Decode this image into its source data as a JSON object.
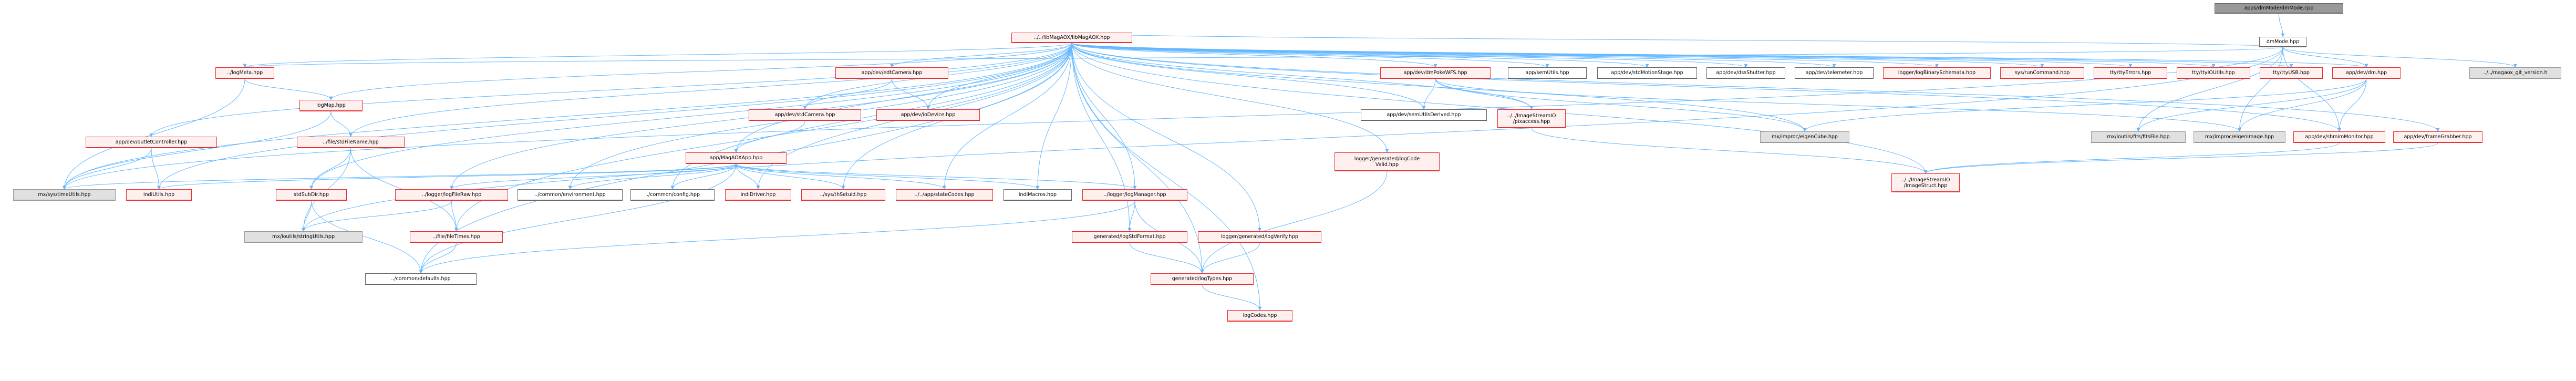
{
  "title": "apps/dmMode/dmMode.cpp include dependency graph",
  "colors": {
    "edge": "#63b8ff",
    "red_border": "#e83030",
    "root_fill": "#999999",
    "external_fill": "#e0e0e0"
  },
  "nodes": [
    {
      "id": "root",
      "label": "apps/dmMode/dmMode.cpp",
      "kind": "root"
    },
    {
      "id": "dmModeHpp",
      "label": "dmMode.hpp",
      "kind": "plain"
    },
    {
      "id": "libMagAOX",
      "label": "../../libMagAOX/libMagAOX.hpp",
      "kind": "red"
    },
    {
      "id": "gitVersion",
      "label": "../../magaox_git_version.h",
      "kind": "ext"
    },
    {
      "id": "logMeta",
      "label": "../logMeta.hpp",
      "kind": "red"
    },
    {
      "id": "logMap",
      "label": "logMap.hpp",
      "kind": "red"
    },
    {
      "id": "outletController",
      "label": "app/dev/outletController.hpp",
      "kind": "red"
    },
    {
      "id": "stdFileName",
      "label": "../file/stdFileName.hpp",
      "kind": "red"
    },
    {
      "id": "timeUtils",
      "label": "mx/sys/timeUtils.hpp",
      "kind": "ext"
    },
    {
      "id": "indiUtils",
      "label": "indiUtils.hpp",
      "kind": "red"
    },
    {
      "id": "stdSubDir",
      "label": "stdSubDir.hpp",
      "kind": "red"
    },
    {
      "id": "logFileRaw",
      "label": "../logger/logFileRaw.hpp",
      "kind": "red"
    },
    {
      "id": "environment",
      "label": "../common/environment.hpp",
      "kind": "plain"
    },
    {
      "id": "config",
      "label": "../common/config.hpp",
      "kind": "plain"
    },
    {
      "id": "stringUtils",
      "label": "mx/ioutils/stringUtils.hpp",
      "kind": "ext"
    },
    {
      "id": "fileTimes",
      "label": "../file/fileTimes.hpp",
      "kind": "red"
    },
    {
      "id": "defaults",
      "label": "../common/defaults.hpp",
      "kind": "plain"
    },
    {
      "id": "edtCamera",
      "label": "app/dev/edtCamera.hpp",
      "kind": "red"
    },
    {
      "id": "stdCamera",
      "label": "app/dev/stdCamera.hpp",
      "kind": "red"
    },
    {
      "id": "ioDevice",
      "label": "app/dev/ioDevice.hpp",
      "kind": "red"
    },
    {
      "id": "MagAOXApp",
      "label": "app/MagAOXApp.hpp",
      "kind": "red"
    },
    {
      "id": "indiDriver",
      "label": "indiDriver.hpp",
      "kind": "red"
    },
    {
      "id": "thSetuid",
      "label": "../sys/thSetuid.hpp",
      "kind": "red"
    },
    {
      "id": "stateCodes",
      "label": "../../app/stateCodes.hpp",
      "kind": "red"
    },
    {
      "id": "indiMacros",
      "label": "indiMacros.hpp",
      "kind": "plain"
    },
    {
      "id": "logManager",
      "label": "../logger/logManager.hpp",
      "kind": "red"
    },
    {
      "id": "logStdFormat",
      "label": "generated/logStdFormat.hpp",
      "kind": "red"
    },
    {
      "id": "logVerify",
      "label": "logger/generated/logVerify.hpp",
      "kind": "red"
    },
    {
      "id": "logTypes",
      "label": "generated/logTypes.hpp",
      "kind": "red"
    },
    {
      "id": "logCodes",
      "label": "logCodes.hpp",
      "kind": "red"
    },
    {
      "id": "logCodeValid",
      "label": "logger/generated/logCode\nValid.hpp",
      "kind": "red"
    },
    {
      "id": "dmPokeWFS",
      "label": "app/dev/dmPokeWFS.hpp",
      "kind": "red"
    },
    {
      "id": "semUtilsDerived",
      "label": "app/dev/semUtilsDerived.hpp",
      "kind": "plain"
    },
    {
      "id": "semUtils",
      "label": "app/semUtils.hpp",
      "kind": "plain"
    },
    {
      "id": "pixaccess",
      "label": "../../ImageStreamIO\n/pixaccess.hpp",
      "kind": "red"
    },
    {
      "id": "stdMotionStage",
      "label": "app/dev/stdMotionStage.hpp",
      "kind": "plain"
    },
    {
      "id": "dssShutter",
      "label": "app/dev/dssShutter.hpp",
      "kind": "plain"
    },
    {
      "id": "telemeter",
      "label": "app/dev/telemeter.hpp",
      "kind": "plain"
    },
    {
      "id": "logBinarySchemata",
      "label": "logger/logBinarySchemata.hpp",
      "kind": "red"
    },
    {
      "id": "runCommand",
      "label": "sys/runCommand.hpp",
      "kind": "red"
    },
    {
      "id": "ttyErrors",
      "label": "tty/ttyErrors.hpp",
      "kind": "red"
    },
    {
      "id": "ttyIOUtils",
      "label": "tty/ttyIOUtils.hpp",
      "kind": "red"
    },
    {
      "id": "ttyUSB",
      "label": "tty/ttyUSB.hpp",
      "kind": "red"
    },
    {
      "id": "dmHpp",
      "label": "app/dev/dm.hpp",
      "kind": "red"
    },
    {
      "id": "eigenCube",
      "label": "mx/improc/eigenCube.hpp",
      "kind": "ext"
    },
    {
      "id": "fitsFile",
      "label": "mx/ioutils/fits/fitsFile.hpp",
      "kind": "ext"
    },
    {
      "id": "eigenImage",
      "label": "mx/improc/eigenImage.hpp",
      "kind": "ext"
    },
    {
      "id": "shmimMonitor",
      "label": "app/dev/shmimMonitor.hpp",
      "kind": "red"
    },
    {
      "id": "frameGrabber",
      "label": "app/dev/frameGrabber.hpp",
      "kind": "red"
    },
    {
      "id": "imageStruct",
      "label": "../../ImageStreamIO\n/ImageStruct.hpp",
      "kind": "red"
    }
  ],
  "edges": [
    [
      "root",
      "dmModeHpp"
    ],
    [
      "dmModeHpp",
      "libMagAOX"
    ],
    [
      "dmModeHpp",
      "gitVersion"
    ],
    [
      "dmModeHpp",
      "dmHpp"
    ],
    [
      "dmModeHpp",
      "shmimMonitor"
    ],
    [
      "dmModeHpp",
      "eigenImage"
    ],
    [
      "dmModeHpp",
      "fitsFile"
    ],
    [
      "dmModeHpp",
      "timeUtils"
    ],
    [
      "dmModeHpp",
      "logMeta"
    ],
    [
      "dmModeHpp",
      "stringUtils"
    ],
    [
      "libMagAOX",
      "logMeta"
    ],
    [
      "libMagAOX",
      "logMap"
    ],
    [
      "libMagAOX",
      "outletController"
    ],
    [
      "libMagAOX",
      "stdFileName"
    ],
    [
      "libMagAOX",
      "timeUtils"
    ],
    [
      "libMagAOX",
      "indiUtils"
    ],
    [
      "libMagAOX",
      "stdSubDir"
    ],
    [
      "libMagAOX",
      "logFileRaw"
    ],
    [
      "libMagAOX",
      "environment"
    ],
    [
      "libMagAOX",
      "config"
    ],
    [
      "libMagAOX",
      "fileTimes"
    ],
    [
      "libMagAOX",
      "defaults"
    ],
    [
      "libMagAOX",
      "edtCamera"
    ],
    [
      "libMagAOX",
      "stdCamera"
    ],
    [
      "libMagAOX",
      "ioDevice"
    ],
    [
      "libMagAOX",
      "MagAOXApp"
    ],
    [
      "libMagAOX",
      "indiDriver"
    ],
    [
      "libMagAOX",
      "thSetuid"
    ],
    [
      "libMagAOX",
      "stateCodes"
    ],
    [
      "libMagAOX",
      "indiMacros"
    ],
    [
      "libMagAOX",
      "logManager"
    ],
    [
      "libMagAOX",
      "logStdFormat"
    ],
    [
      "libMagAOX",
      "logVerify"
    ],
    [
      "libMagAOX",
      "logTypes"
    ],
    [
      "libMagAOX",
      "logCodes"
    ],
    [
      "libMagAOX",
      "logCodeValid"
    ],
    [
      "libMagAOX",
      "dmPokeWFS"
    ],
    [
      "libMagAOX",
      "semUtilsDerived"
    ],
    [
      "libMagAOX",
      "semUtils"
    ],
    [
      "libMagAOX",
      "pixaccess"
    ],
    [
      "libMagAOX",
      "stdMotionStage"
    ],
    [
      "libMagAOX",
      "dssShutter"
    ],
    [
      "libMagAOX",
      "telemeter"
    ],
    [
      "libMagAOX",
      "logBinarySchemata"
    ],
    [
      "libMagAOX",
      "runCommand"
    ],
    [
      "libMagAOX",
      "ttyErrors"
    ],
    [
      "libMagAOX",
      "ttyIOUtils"
    ],
    [
      "libMagAOX",
      "ttyUSB"
    ],
    [
      "libMagAOX",
      "dmHpp"
    ],
    [
      "libMagAOX",
      "eigenCube"
    ],
    [
      "libMagAOX",
      "shmimMonitor"
    ],
    [
      "libMagAOX",
      "frameGrabber"
    ],
    [
      "libMagAOX",
      "imageStruct"
    ],
    [
      "logMeta",
      "logMap"
    ],
    [
      "logMeta",
      "timeUtils"
    ],
    [
      "logMap",
      "stdFileName"
    ],
    [
      "logMap",
      "timeUtils"
    ],
    [
      "outletController",
      "timeUtils"
    ],
    [
      "outletController",
      "indiUtils"
    ],
    [
      "stdFileName",
      "stdSubDir"
    ],
    [
      "stdFileName",
      "fileTimes"
    ],
    [
      "stdFileName",
      "stringUtils"
    ],
    [
      "stdSubDir",
      "stringUtils"
    ],
    [
      "stdSubDir",
      "defaults"
    ],
    [
      "logFileRaw",
      "stringUtils"
    ],
    [
      "logFileRaw",
      "fileTimes"
    ],
    [
      "fileTimes",
      "defaults"
    ],
    [
      "edtCamera",
      "stdCamera"
    ],
    [
      "edtCamera",
      "ioDevice"
    ],
    [
      "stdCamera",
      "MagAOXApp"
    ],
    [
      "MagAOXApp",
      "timeUtils"
    ],
    [
      "MagAOXApp",
      "indiUtils"
    ],
    [
      "MagAOXApp",
      "logFileRaw"
    ],
    [
      "MagAOXApp",
      "environment"
    ],
    [
      "MagAOXApp",
      "config"
    ],
    [
      "MagAOXApp",
      "indiDriver"
    ],
    [
      "MagAOXApp",
      "thSetuid"
    ],
    [
      "MagAOXApp",
      "stateCodes"
    ],
    [
      "MagAOXApp",
      "indiMacros"
    ],
    [
      "MagAOXApp",
      "logManager"
    ],
    [
      "MagAOXApp",
      "defaults"
    ],
    [
      "indiDriver",
      "MagAOXApp"
    ],
    [
      "logManager",
      "logStdFormat"
    ],
    [
      "logManager",
      "logTypes"
    ],
    [
      "logManager",
      "defaults"
    ],
    [
      "logStdFormat",
      "logTypes"
    ],
    [
      "logVerify",
      "logTypes"
    ],
    [
      "logTypes",
      "logCodes"
    ],
    [
      "logCodeValid",
      "logTypes"
    ],
    [
      "dmPokeWFS",
      "semUtilsDerived"
    ],
    [
      "dmPokeWFS",
      "pixaccess"
    ],
    [
      "dmPokeWFS",
      "eigenCube"
    ],
    [
      "dmPokeWFS",
      "eigenImage"
    ],
    [
      "pixaccess",
      "imageStruct"
    ],
    [
      "dmHpp",
      "eigenCube"
    ],
    [
      "dmHpp",
      "fitsFile"
    ],
    [
      "dmHpp",
      "eigenImage"
    ],
    [
      "dmHpp",
      "shmimMonitor"
    ],
    [
      "shmimMonitor",
      "imageStruct"
    ],
    [
      "frameGrabber",
      "imageStruct"
    ]
  ]
}
